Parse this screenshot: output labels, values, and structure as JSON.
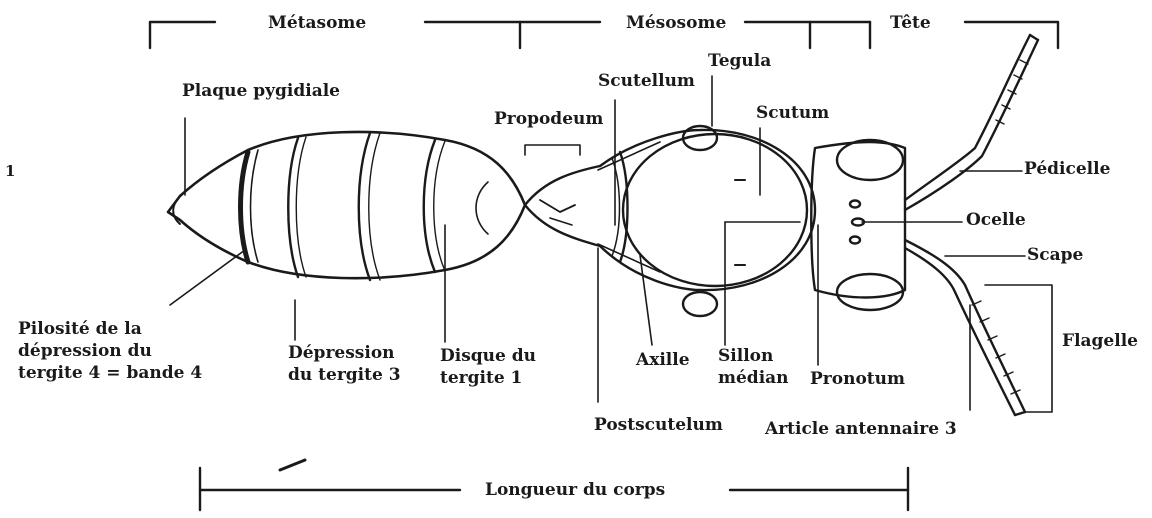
{
  "figure": {
    "number": "1",
    "sections": {
      "metasome": "Métasome",
      "mesosome": "Mésosome",
      "tete": "Tête"
    },
    "labels": {
      "plaque_pygidiale": "Plaque pygidiale",
      "propodeum": "Propodeum",
      "scutellum": "Scutellum",
      "tegula": "Tegula",
      "scutum": "Scutum",
      "pedicelle": "Pédicelle",
      "ocelle": "Ocelle",
      "scape": "Scape",
      "flagelle": "Flagelle",
      "pilosite": "Pilosité de la dépression du tergite 4 = bande 4",
      "depression_tergite": "Dépression du tergite 3",
      "disque_tergite": "Disque du tergite 1",
      "axille": "Axille",
      "sillon_median": "Sillon médian",
      "pronotum": "Pronotum",
      "postscutelum": "Postscutelum",
      "article_antennaire": "Article antennaire 3",
      "longueur_corps": "Longueur du corps"
    }
  }
}
